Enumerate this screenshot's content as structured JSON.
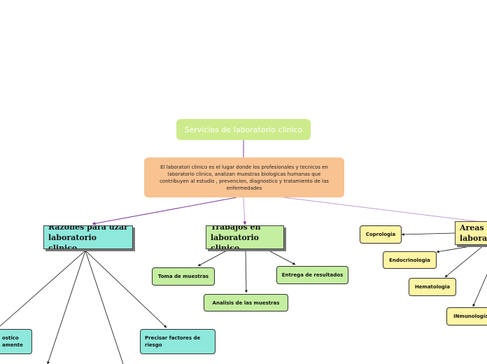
{
  "root": {
    "title": "Servicios de laboratorio clinico"
  },
  "description": {
    "text": "El laboratori clinico es el lugar donde los profesionales y tecnicos en laboratorio clinico, analizan muestras biologicas humanas que contribuyen al estudio , prevencion, diagnostico y tratamiento de las enfermedades"
  },
  "branches": {
    "razones": {
      "title": "Razones para uzar laboratorio clinico",
      "items": [
        "ostico amente",
        "Precisar factores de riesgo"
      ]
    },
    "trabajos": {
      "title": "Trabajos en laboratorio clinico",
      "items": [
        "Toma de muestras",
        "Entrega de resultados",
        "Analisis de las muestras"
      ]
    },
    "areas": {
      "title": "Areas en laborato",
      "items": [
        "Coprologia",
        "Endocrinologia",
        "Hematologia",
        "INmunologia"
      ]
    }
  },
  "colors": {
    "root": "#cdeb8b",
    "description": "#f8c291",
    "razones": "#8ee8dc",
    "trabajos": "#c4eea0",
    "areas": "#fdf4a4",
    "connector": "#7d3c98"
  }
}
